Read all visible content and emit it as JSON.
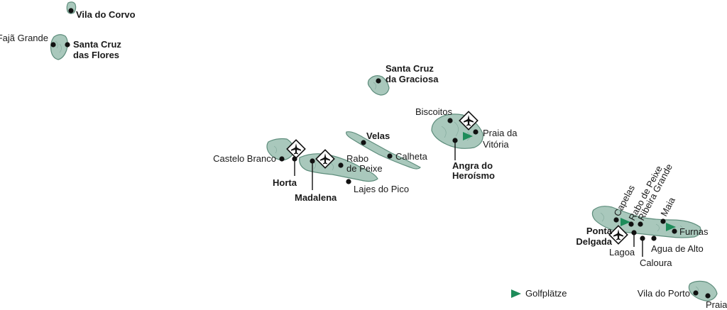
{
  "colors": {
    "island_fill": "#a9c8bc",
    "island_stroke": "#5e8d7c",
    "golf_marker": "#1e8c5a",
    "dot": "#111111",
    "text": "#1a1a1a"
  },
  "places": {
    "vila_do_corvo": "Vila do Corvo",
    "faja_grande": "Fajã Grande",
    "santa_cruz_flores_1": "Santa Cruz",
    "santa_cruz_flores_2": "das Flores",
    "santa_cruz_graciosa_1": "Santa Cruz",
    "santa_cruz_graciosa_2": "da Graciosa",
    "biscoitos": "Biscoitos",
    "praia_vitoria_1": "Praia da",
    "praia_vitoria_2": "Vitória",
    "angra_1": "Angra do",
    "angra_2": "Heroísmo",
    "velas": "Velas",
    "calheta": "Calheta",
    "castelo_branco": "Castelo Branco",
    "horta": "Horta",
    "rabo_de_peixe_pico_1": "Rabo",
    "rabo_de_peixe_pico_2": "de Peixe",
    "lajes_do_pico": "Lajes do Pico",
    "madalena": "Madalena",
    "capelas": "Capelas",
    "rabo_de_peixe": "Rabo de Peixe",
    "ribeira_grande": "Ribeira Grande",
    "maia": "Maia",
    "furnas": "Furnas",
    "ponta_delgada_1": "Ponta",
    "ponta_delgada_2": "Delgada",
    "lagoa": "Lagoa",
    "agua_de_alto": "Agua de Alto",
    "caloura": "Caloura",
    "vila_do_porto": "Vila do Porto",
    "praia": "Praia"
  },
  "legend": {
    "golf_label": "Golfplätze",
    "golf_icon": "golf-flag-triangle",
    "airport_icon": "airport-plane-diamond"
  }
}
